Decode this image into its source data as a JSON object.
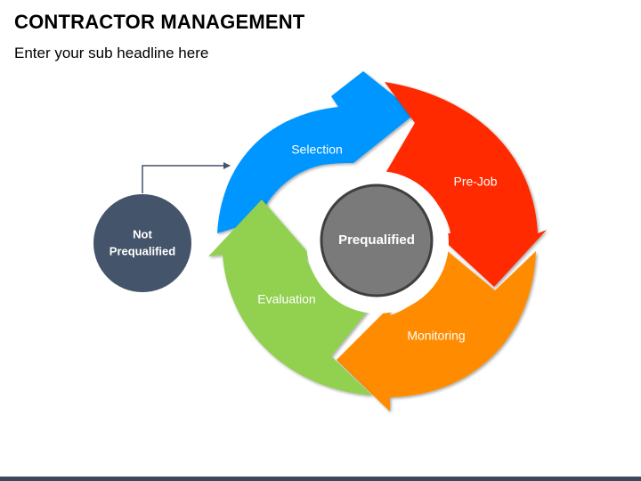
{
  "header": {
    "title": "CONTRACTOR MANAGEMENT",
    "subtitle": "Enter your sub headline here"
  },
  "diagram": {
    "center": {
      "label": "Prequalified",
      "color": "#7a7a7a",
      "border": "#3f3f3f"
    },
    "side_node": {
      "line1": "Not",
      "line2": "Prequalified",
      "color": "#44546a"
    },
    "connector_color": "#44546a",
    "segments": [
      {
        "label": "Selection",
        "color": "#0096ff"
      },
      {
        "label": "Pre-Job",
        "color": "#ff2a00"
      },
      {
        "label": "Monitoring",
        "color": "#ff8c00"
      },
      {
        "label": "Evaluation",
        "color": "#92d050"
      }
    ]
  },
  "footer": {
    "color": "#3b4a5a"
  }
}
